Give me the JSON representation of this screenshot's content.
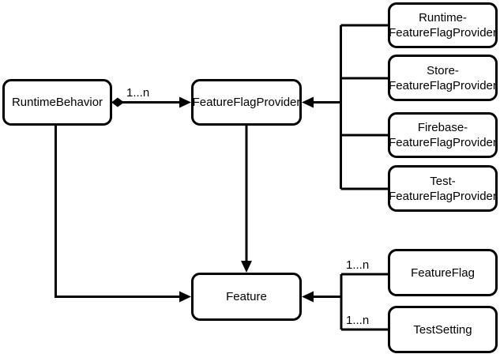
{
  "diagram": {
    "type": "uml-class-diagram",
    "colors": {
      "background": "#ffffff",
      "stroke": "#000000",
      "text": "#000000",
      "node_fill": "#ffffff"
    },
    "nodes": {
      "runtime_behavior": {
        "label": "RuntimeBehavior"
      },
      "feature_flag_provider": {
        "label": "FeatureFlagProvider"
      },
      "runtime_feature_flag_provider": {
        "line1": "Runtime-",
        "line2": "FeatureFlagProvider"
      },
      "store_feature_flag_provider": {
        "line1": "Store-",
        "line2": "FeatureFlagProvider"
      },
      "firebase_feature_flag_provider": {
        "line1": "Firebase-",
        "line2": "FeatureFlagProvider"
      },
      "test_feature_flag_provider": {
        "line1": "Test-",
        "line2": "FeatureFlagProvider"
      },
      "feature": {
        "label": "Feature"
      },
      "feature_flag": {
        "label": "FeatureFlag"
      },
      "test_setting": {
        "label": "TestSetting"
      }
    },
    "edge_labels": {
      "runtime_behavior_to_provider": "1...n",
      "feature_flag_to_feature": "1...n",
      "test_setting_to_feature": "1...n"
    }
  }
}
